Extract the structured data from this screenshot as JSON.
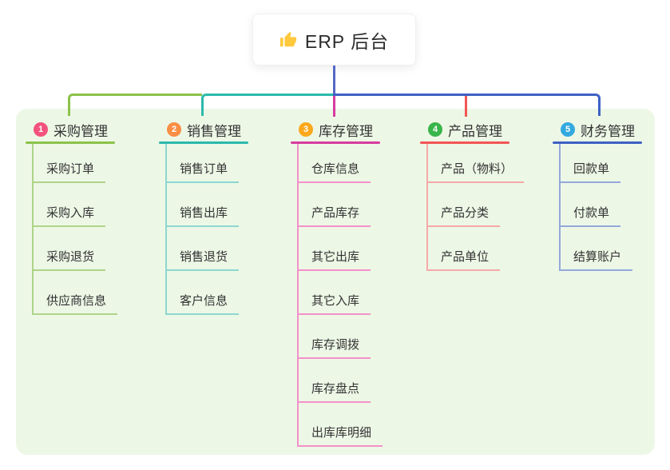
{
  "root": {
    "label": "ERP 后台",
    "icon": "thumbs-up-icon",
    "icon_color": "#FFC83D"
  },
  "colors": {
    "canvas_bg": "#FFFFFF",
    "panel_bg": "#EDF7E6",
    "root_line": "#5568C4",
    "text": "#333333"
  },
  "branches": [
    {
      "num": "1",
      "title": "采购管理",
      "badge_color": "#F2527D",
      "line_color": "#8BC34A",
      "light_color": "#AED488",
      "children": [
        "采购订单",
        "采购入库",
        "采购退货",
        "供应商信息"
      ]
    },
    {
      "num": "2",
      "title": "销售管理",
      "badge_color": "#FA8E44",
      "line_color": "#2BB9AC",
      "light_color": "#8BD8CF",
      "children": [
        "销售订单",
        "销售出库",
        "销售退货",
        "客户信息"
      ]
    },
    {
      "num": "3",
      "title": "库存管理",
      "badge_color": "#FBA81C",
      "line_color": "#D63C9F",
      "light_color": "#F291C9",
      "children": [
        "仓库信息",
        "产品库存",
        "其它出库",
        "其它入库",
        "库存调拨",
        "库存盘点",
        "出库库明细"
      ]
    },
    {
      "num": "4",
      "title": "产品管理",
      "badge_color": "#39B54A",
      "line_color": "#F15654",
      "light_color": "#F5A9A8",
      "children": [
        "产品（物料）",
        "产品分类",
        "产品单位"
      ]
    },
    {
      "num": "5",
      "title": "财务管理",
      "badge_color": "#33A9E0",
      "line_color": "#3E61C4",
      "light_color": "#93A9DC",
      "children": [
        "回款单",
        "付款单",
        "结算账户"
      ]
    }
  ]
}
